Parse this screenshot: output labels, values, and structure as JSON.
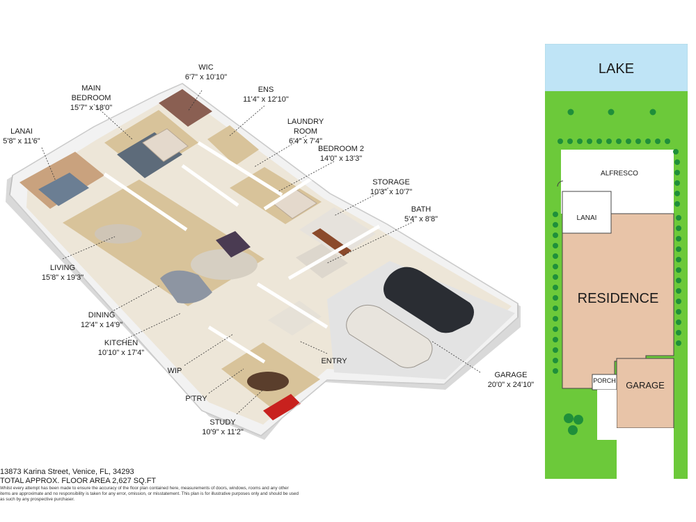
{
  "rooms": {
    "wic": {
      "name": "WIC",
      "dim": "6'7\" x 10'10\""
    },
    "main_bedroom": {
      "name": "MAIN\nBEDROOM",
      "dim": "15'7\" x 18'0\""
    },
    "ens": {
      "name": "ENS",
      "dim": "11'4\" x 12'10\""
    },
    "laundry": {
      "name": "LAUNDRY\nROOM",
      "dim": "6'4\" x 7'4\""
    },
    "lanai": {
      "name": "LANAI",
      "dim": "5'8\" x 11'6\""
    },
    "bedroom2": {
      "name": "BEDROOM 2",
      "dim": "14'0\" x 13'3\""
    },
    "storage": {
      "name": "STORAGE",
      "dim": "10'3\" x 10'7\""
    },
    "bath": {
      "name": "BATH",
      "dim": "5'4\" x 8'8\""
    },
    "living": {
      "name": "LIVING",
      "dim": "15'8\" x 19'3\""
    },
    "dining": {
      "name": "DINING",
      "dim": "12'4\" x 14'9\""
    },
    "kitchen": {
      "name": "KITCHEN",
      "dim": "10'10\" x 17'4\""
    },
    "wip": {
      "name": "WIP"
    },
    "entry": {
      "name": "ENTRY"
    },
    "pantry": {
      "name": "P'TRY"
    },
    "garage": {
      "name": "GARAGE",
      "dim": "20'0\" x 24'10\""
    },
    "study": {
      "name": "STUDY",
      "dim": "10'9\" x 11'2\""
    }
  },
  "footer": {
    "address": "13873 Karina Street, Venice, FL, 34293",
    "area": "TOTAL APPROX. FLOOR AREA 2,627 SQ.FT",
    "disclaimer": "Whilst every attempt has been made to ensure the accuracy of the floor plan contained here, measurements of doors, windows, rooms and any other items are approximate and no responsibility is taken for any error, omission, or misstatement. This plan is for illustrative purposes only and should be used as such by any prospective purchaser."
  },
  "site_plan": {
    "lake": "LAKE",
    "alfresco": "ALFRESCO",
    "lanai": "LANAI",
    "residence": "RESIDENCE",
    "porch": "PORCH",
    "garage": "GARAGE",
    "colors": {
      "lake": "#bfe4f6",
      "lawn": "#6cc93a",
      "residence": "#e8c4a8",
      "hedge": "#2e9e3e",
      "paving": "#ffffff"
    }
  }
}
